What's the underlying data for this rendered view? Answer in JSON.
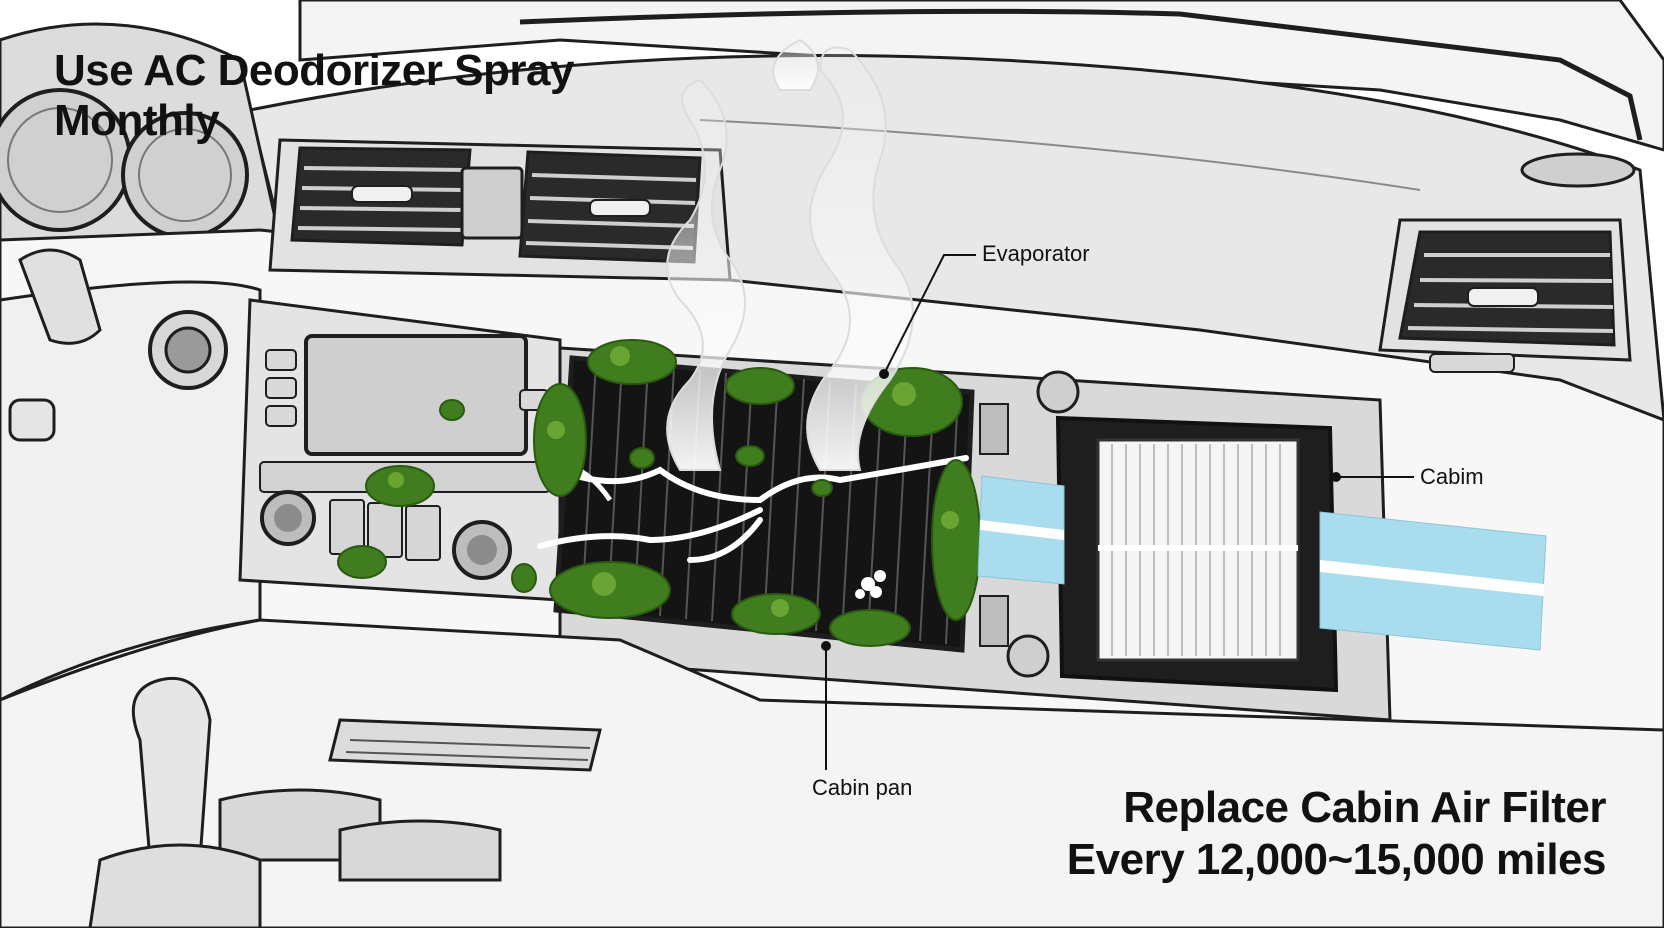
{
  "titles": {
    "top_left": "Use AC Deodorizer Spray Monthly",
    "bottom_right_line1": "Replace Cabin Air Filter",
    "bottom_right_line2": "Every 12,000~15,000 miles"
  },
  "callouts": {
    "evaporator": "Evaporator",
    "cabin_filter": "Cabim",
    "drain_pan": "Cabin pan"
  },
  "colors": {
    "mold": "#3f7d1e",
    "mold_light": "#6aa533",
    "airflow": "#a9dcec",
    "evaporator_core": "#141414",
    "dash": "#e6e6e6",
    "outline": "#1e1e1e"
  },
  "icons": [
    "odor-vapor-icon",
    "mold-growth-icon",
    "airflow-band-icon"
  ]
}
